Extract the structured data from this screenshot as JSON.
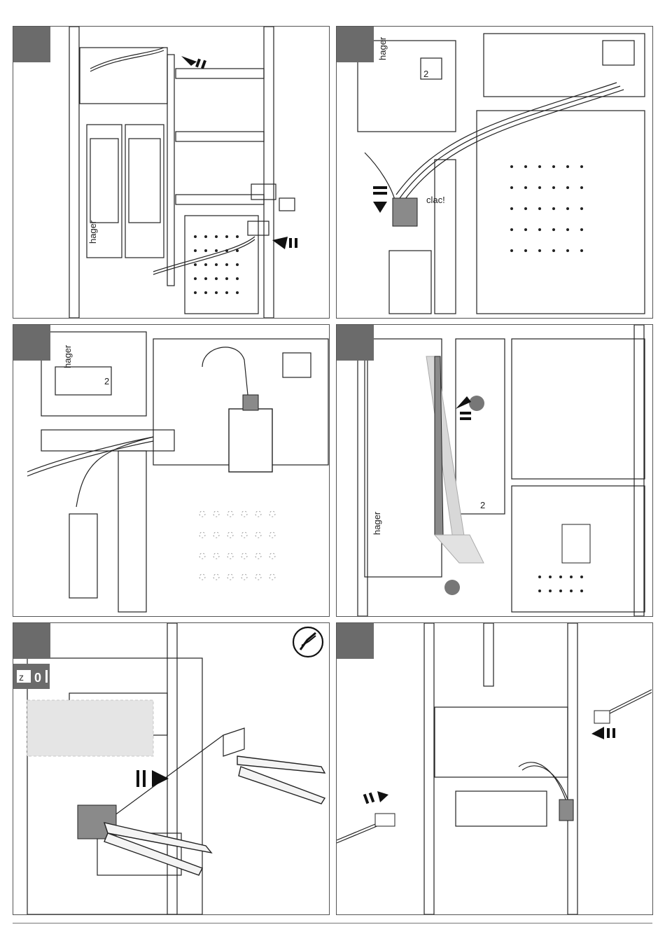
{
  "panels": [
    {
      "id": "p1",
      "stickers": [
        "hager"
      ]
    },
    {
      "id": "p2",
      "stickers": [
        "hager",
        "2",
        "clac!"
      ]
    },
    {
      "id": "p3",
      "stickers": [
        "hager",
        "2"
      ]
    },
    {
      "id": "p4",
      "stickers": [
        "hager",
        "2"
      ]
    },
    {
      "id": "p5",
      "icons": [
        "pliers-icon",
        "power-off-icon"
      ]
    },
    {
      "id": "p6",
      "icons": [
        "cable-connector-icon"
      ]
    }
  ],
  "texts": {
    "clac": "clac!",
    "brand": "hager",
    "module_no": "2"
  },
  "colors": {
    "step_tab": "#6b6b6b",
    "line": "#222222",
    "accent_grey": "#8a8a8a",
    "ghost_grey": "#d8d8d8"
  }
}
